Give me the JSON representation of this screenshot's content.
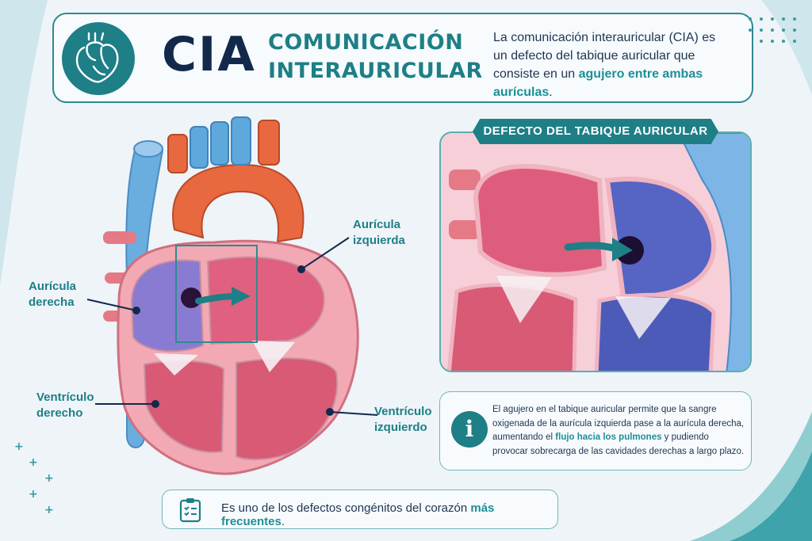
{
  "header": {
    "acronym": "CIA",
    "title_line1": "COMUNICACIÓN",
    "title_line2": "INTERAURICULAR",
    "intro_part1": "La comunicación interauricular (CIA) es un defecto del tabique auricular que consiste en un ",
    "intro_highlight": "agujero entre ambas aurículas",
    "intro_part2": "."
  },
  "labels": {
    "auricula_izquierda_1": "Aurícula",
    "auricula_izquierda_2": "izquierda",
    "auricula_derecha_1": "Aurícula",
    "auricula_derecha_2": "derecha",
    "ventriculo_derecho_1": "Ventrículo",
    "ventriculo_derecho_2": "derecho",
    "ventriculo_izquierdo_1": "Ventrículo",
    "ventriculo_izquierdo_2": "izquierdo"
  },
  "defect_panel": {
    "banner": "DEFECTO DEL TABIQUE AURICULAR"
  },
  "info": {
    "icon_glyph": "i",
    "text_part1": "El agujero en el tabique auricular permite que la sangre oxigenada de la aurícula izquierda pase a la aurícula derecha, aumentando el ",
    "text_highlight": "flujo hacia los pulmones",
    "text_part2": " y pudiendo provocar sobrecarga de las cavidades derechas a largo plazo."
  },
  "footer": {
    "text_part1": "Es uno de los defectos congénitos del corazón ",
    "text_highlight": "más frecuentes",
    "text_part2": "."
  },
  "colors": {
    "teal": "#1e7f86",
    "navy": "#13294b",
    "pink": "#e8788f",
    "blue_vessel": "#5fa8dc",
    "red_vessel": "#e0633f"
  },
  "icons": [
    "heart-outline-icon",
    "info-icon",
    "clipboard-checklist-icon"
  ]
}
